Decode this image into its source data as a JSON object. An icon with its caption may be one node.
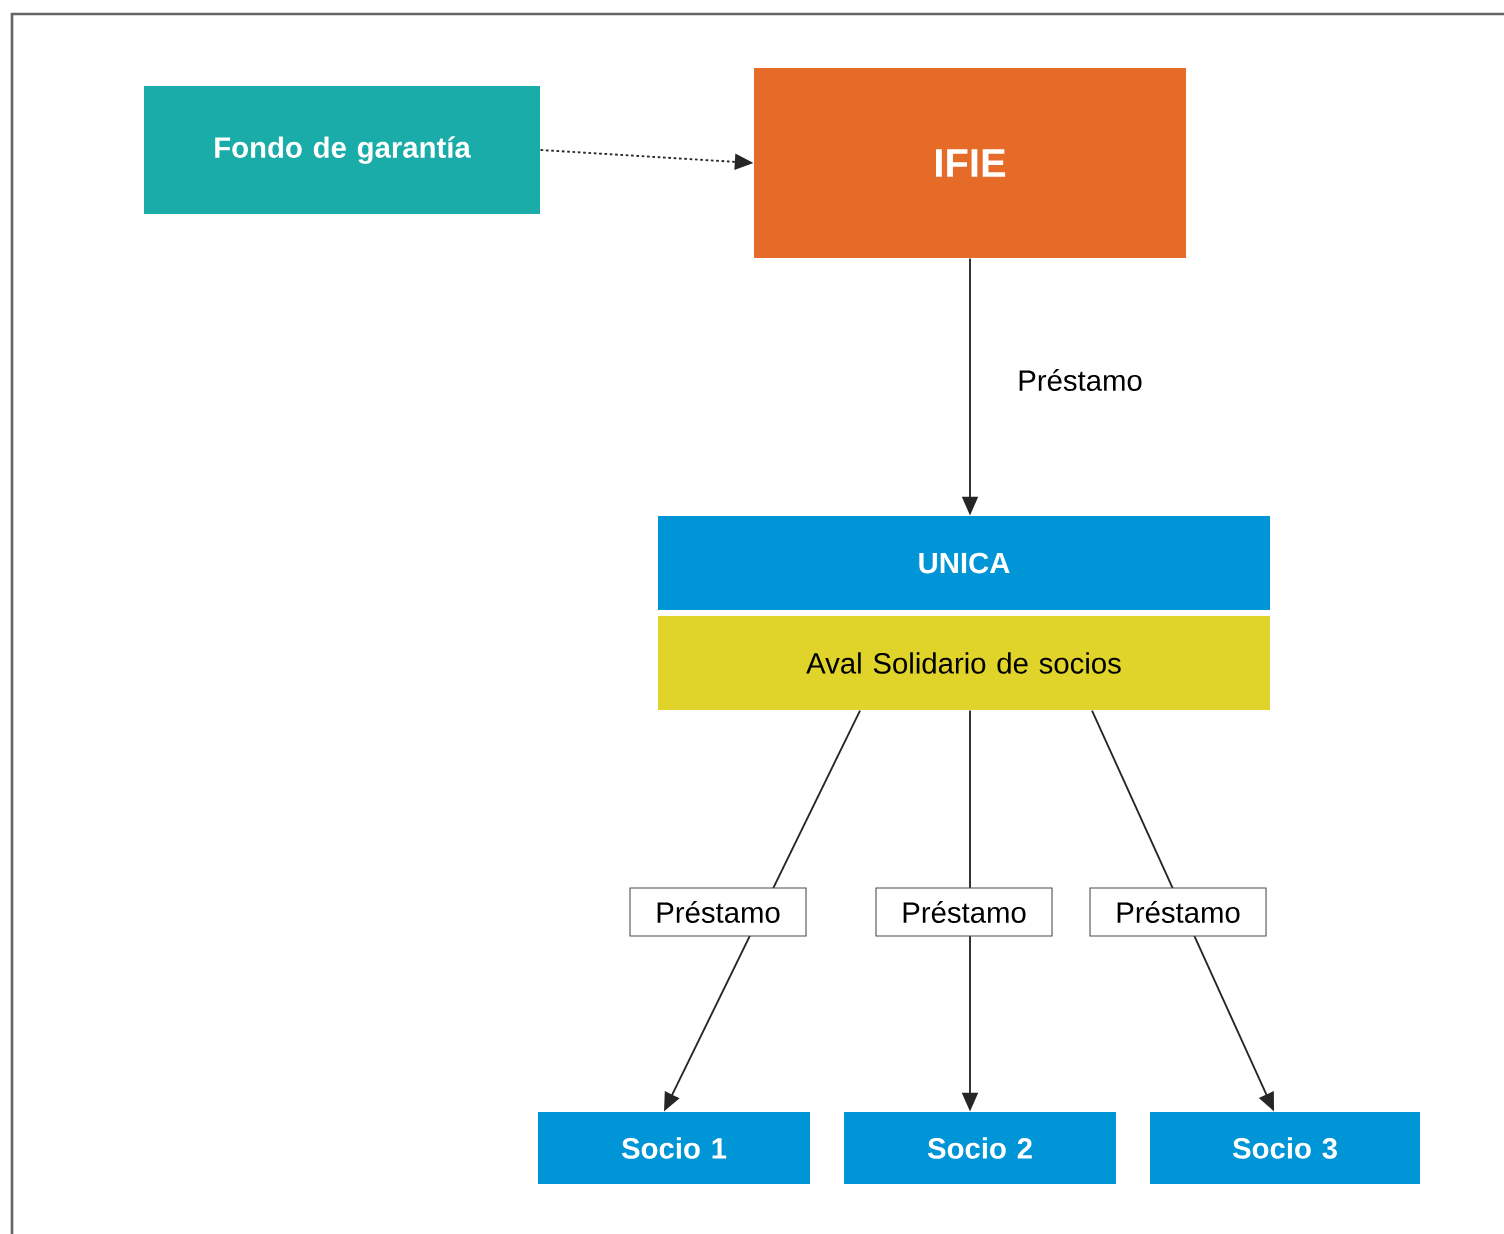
{
  "diagram": {
    "nodes": [
      {
        "text": [
          "Fondo de garantía"
        ]
      },
      {
        "text": [
          "IFIE"
        ]
      },
      {
        "text": [
          "UNICA"
        ]
      },
      {
        "text": [
          "Aval Solidario de socios"
        ]
      },
      {
        "text": [
          "Socio 1"
        ]
      },
      {
        "text": [
          "Socio 2"
        ]
      },
      {
        "text": [
          "Socio 3"
        ]
      }
    ],
    "edges": [
      {
        "from": 0,
        "to": 1,
        "arrow": "to",
        "style": "dashed"
      },
      {
        "from": 1,
        "to": 2,
        "arrow": "to",
        "label": "Préstamo"
      },
      {
        "from": 3,
        "to": 4,
        "arrow": "to",
        "label": "Préstamo"
      },
      {
        "from": 3,
        "to": 5,
        "arrow": "to",
        "label": "Préstamo"
      },
      {
        "from": 3,
        "to": 6,
        "arrow": "to",
        "label": "Préstamo"
      }
    ]
  }
}
